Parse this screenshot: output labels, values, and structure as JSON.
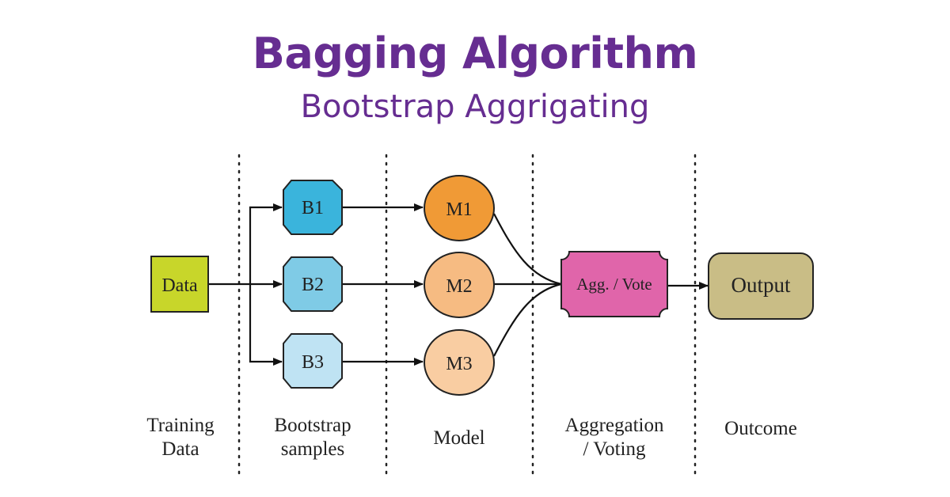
{
  "header": {
    "title": "Bagging Algorithm",
    "subtitle": "Bootstrap Aggrigating"
  },
  "nodes": {
    "data": {
      "label": "Data",
      "color": "#c8d62a"
    },
    "b1": {
      "label": "B1",
      "color": "#3ab4dc"
    },
    "b2": {
      "label": "B2",
      "color": "#7fcbe6"
    },
    "b3": {
      "label": "B3",
      "color": "#bfe3f3"
    },
    "m1": {
      "label": "M1",
      "color": "#f09a36"
    },
    "m2": {
      "label": "M2",
      "color": "#f6bb82"
    },
    "m3": {
      "label": "M3",
      "color": "#f9cda2"
    },
    "agg": {
      "label": "Agg. / Vote",
      "color": "#e065aa"
    },
    "output": {
      "label": "Output",
      "color": "#c9bd86"
    }
  },
  "columns": [
    {
      "line1": "Training",
      "line2": "Data"
    },
    {
      "line1": "Bootstrap",
      "line2": "samples"
    },
    {
      "line1": "Model",
      "line2": ""
    },
    {
      "line1": "Aggregation",
      "line2": "/ Voting"
    },
    {
      "line1": "Outcome",
      "line2": ""
    }
  ]
}
